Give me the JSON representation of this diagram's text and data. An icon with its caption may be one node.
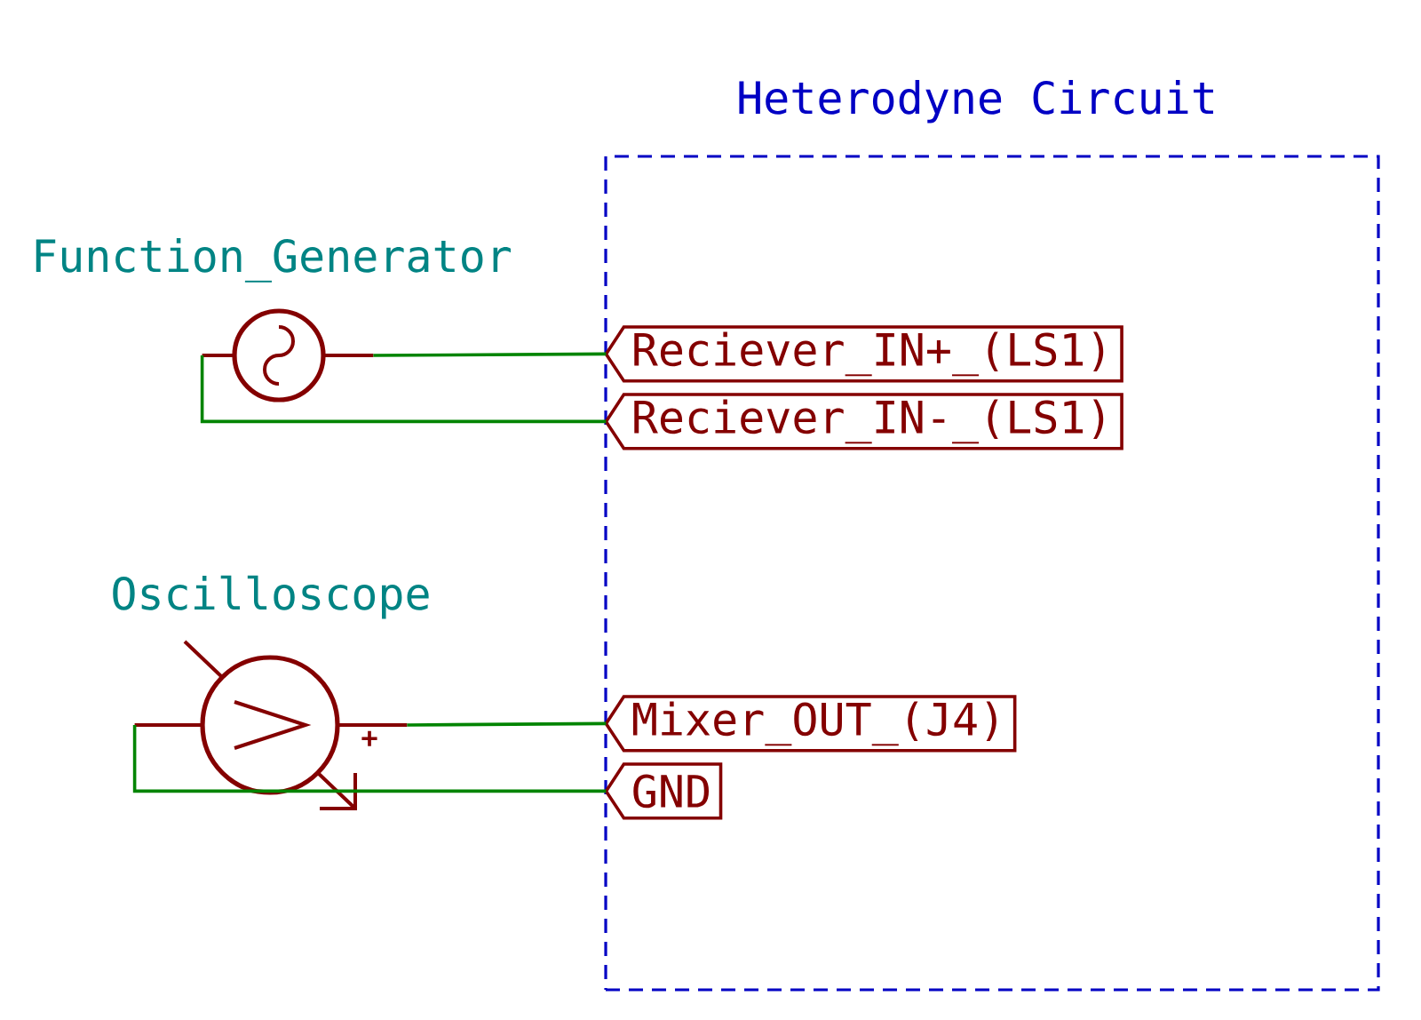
{
  "diagram": {
    "nodes": [
      {
        "text": [
          "Heterodyne Circuit"
        ]
      },
      {
        "text": [
          "Function_Generator"
        ]
      },
      {
        "text": [
          "Reciever_IN+_(LS1)"
        ],
        "in": 0
      },
      {
        "text": [
          "Reciever_IN-_(LS1)"
        ],
        "in": 0
      },
      {
        "text": [
          "Oscilloscope",
          "+"
        ]
      },
      {
        "text": [
          "Mixer_OUT_(J4)"
        ],
        "in": 0
      },
      {
        "text": [
          "GND"
        ],
        "in": 0
      }
    ],
    "edges": [
      {
        "from": 1,
        "to": 2,
        "arrow": "none"
      },
      {
        "from": 1,
        "to": 3,
        "arrow": "none"
      },
      {
        "from": 4,
        "to": 5,
        "arrow": "none"
      },
      {
        "from": 4,
        "to": 6,
        "arrow": "none"
      }
    ]
  }
}
